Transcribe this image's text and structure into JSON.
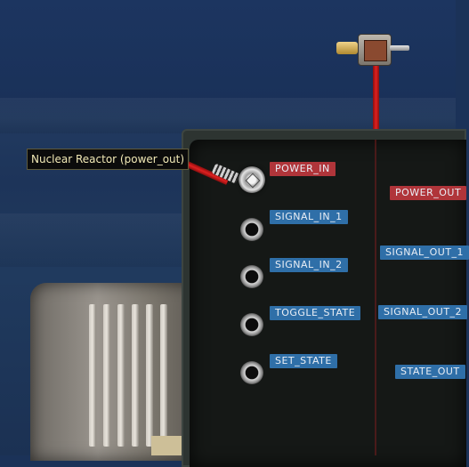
{
  "tooltip": {
    "text": "Nuclear Reactor (power_out)"
  },
  "inputs": [
    {
      "label": "POWER_IN",
      "kind": "power",
      "connected": true
    },
    {
      "label": "SIGNAL_IN_1",
      "kind": "signal",
      "connected": false
    },
    {
      "label": "SIGNAL_IN_2",
      "kind": "signal",
      "connected": false
    },
    {
      "label": "TOGGLE_STATE",
      "kind": "signal",
      "connected": false
    },
    {
      "label": "SET_STATE",
      "kind": "signal",
      "connected": false
    }
  ],
  "outputs": [
    {
      "label": "POWER_OUT",
      "kind": "power"
    },
    {
      "label": "SIGNAL_OUT_1",
      "kind": "signal"
    },
    {
      "label": "SIGNAL_OUT_2",
      "kind": "signal"
    },
    {
      "label": "STATE_OUT",
      "kind": "signal"
    }
  ],
  "colors": {
    "power_label": "#b0353a",
    "signal_label": "#2f6fa8",
    "wire": "#e02020",
    "tooltip_text": "#f1e9b6"
  }
}
